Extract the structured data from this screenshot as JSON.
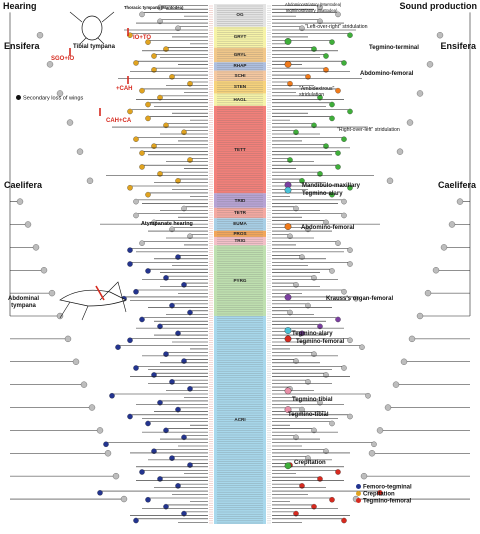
{
  "headers": {
    "hearing": "Hearing",
    "sound_production": "Sound production",
    "ensifera_left": "Ensifera",
    "ensifera_right": "Ensifera",
    "caelifera_left": "Caelifera",
    "caelifera_right": "Caelifera"
  },
  "top_legend": {
    "thoracic_tympana": "Thoracic tympana (Mantodea)",
    "abdominostriatory": "Abdominostriatory (Mantodea)",
    "tegminostriatory": "Tegminostriatory (Blattodea)"
  },
  "hearing_labels": {
    "tibial_tympana": "Tibial tympana",
    "sgo_io": "SGO+IO",
    "io_to": "IO+TO",
    "cah": "+CAH",
    "cah_ca": "CAH+CA",
    "secondary_loss": "Secondary loss of wings",
    "atympanate": "Atympanate hearing",
    "abdominal_tympana": "Abdominal\ntympana"
  },
  "sound_labels": {
    "tegmino_terminal": "Tegmino-terminal",
    "abdomino_femoral_1": "Abdomino-femoral",
    "left_over_right": "\"Left-over-right\" stridulation",
    "ambidextrous": "\"Ambidextrous\"\nstridulation",
    "right_over_left": "\"Right-over-left\" stridulation",
    "mandibulo_maxillary": "Mandibulo-maxillary",
    "tegmino_alary_1": "Tegmino-alary",
    "abdomino_femoral_2": "Abdomino-femoral",
    "kraussorgan_femoral": "Krauss's organ-femoral",
    "tegmino_alary_2": "Tegmino-alary",
    "tegmino_femoral_1": "Tegmino-femoral",
    "tegmino_tibial_1": "Tegmino-tibial",
    "tegmino_tibial_2": "Tegmino-tibial",
    "crepitation": "Crepitation"
  },
  "bottom_legend": {
    "femoro_tegminal": "Femoro-tegminal",
    "crepitation": "Crepitation",
    "tegmino_femoral": "Tegmino-femoral"
  },
  "families": [
    {
      "code": "OG",
      "color": "#e4e4e4",
      "from": 0,
      "to": 22
    },
    {
      "code": "GRYT",
      "color": "#f6f3a8",
      "from": 22,
      "to": 42
    },
    {
      "code": "GRYL",
      "color": "#f2c88a",
      "from": 42,
      "to": 56
    },
    {
      "code": "RHAP",
      "color": "#aebfe0",
      "from": 56,
      "to": 64
    },
    {
      "code": "SCHI",
      "color": "#f5c8a0",
      "from": 64,
      "to": 74
    },
    {
      "code": "STEN",
      "color": "#f7d37c",
      "from": 74,
      "to": 86
    },
    {
      "code": "HAGL",
      "color": "#f6f3a8",
      "from": 86,
      "to": 98
    },
    {
      "code": "TETT",
      "color": "#f3807a",
      "from": 98,
      "to": 182
    },
    {
      "code": "TRID",
      "color": "#b6a3d4",
      "from": 182,
      "to": 196
    },
    {
      "code": "TETR",
      "color": "#f4a9a1",
      "from": 196,
      "to": 206
    },
    {
      "code": "EUMA",
      "color": "#a8cfe6",
      "from": 206,
      "to": 218
    },
    {
      "code": "PROS",
      "color": "#f2a65a",
      "from": 218,
      "to": 224
    },
    {
      "code": "TRIG",
      "color": "#f3c0c8",
      "from": 224,
      "to": 232
    },
    {
      "code": "PYRG",
      "color": "#bfe0b0",
      "from": 232,
      "to": 300
    },
    {
      "code": "ACRI",
      "color": "#a8d8ec",
      "from": 300,
      "to": 500
    }
  ],
  "colors": {
    "grey": "#bdbdbd",
    "gold": "#e0a320",
    "green": "#3fae3a",
    "orange": "#f07a1a",
    "navy": "#23348f",
    "purple": "#7b3fa0",
    "cyan": "#49c2d8",
    "red": "#d62a1f",
    "pink": "#e98fa8"
  }
}
